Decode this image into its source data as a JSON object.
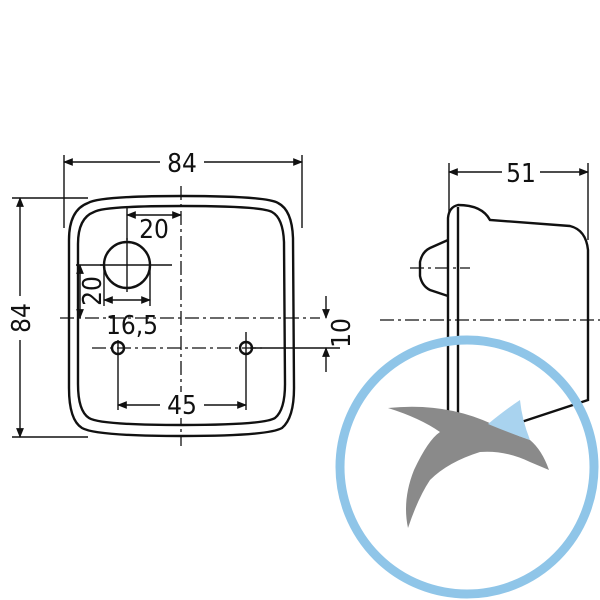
{
  "front_view": {
    "width_label": "84",
    "height_label": "84",
    "hole_offset_x_label": "20",
    "hole_offset_y_label": "20",
    "hole_diameter_label": "16,5",
    "mount_spacing_label": "45",
    "mount_offset_label": "10"
  },
  "side_view": {
    "depth_label": "51"
  },
  "logo": {
    "ring_color": "#8fc5e8",
    "bird_color": "#8a8a8a",
    "wing_accent_color": "#a9d3ef"
  }
}
